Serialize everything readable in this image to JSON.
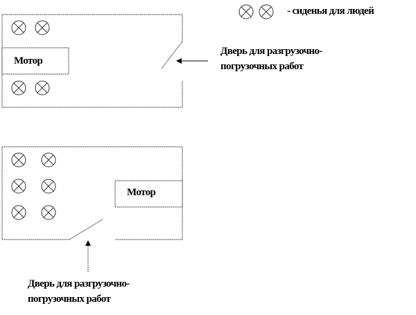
{
  "legend": {
    "label": "- сиденья для людей",
    "icon": "seat-icon"
  },
  "top_vehicle": {
    "motor_label": "Мотор",
    "door_label_line1": "Дверь для разгрузочно-",
    "door_label_line2": "погрузочных работ",
    "seat_count": 4
  },
  "bottom_vehicle": {
    "motor_label": "Мотор",
    "door_label_line1": "Дверь для разгрузочно-",
    "door_label_line2": "погрузочных работ",
    "seat_count": 6
  }
}
